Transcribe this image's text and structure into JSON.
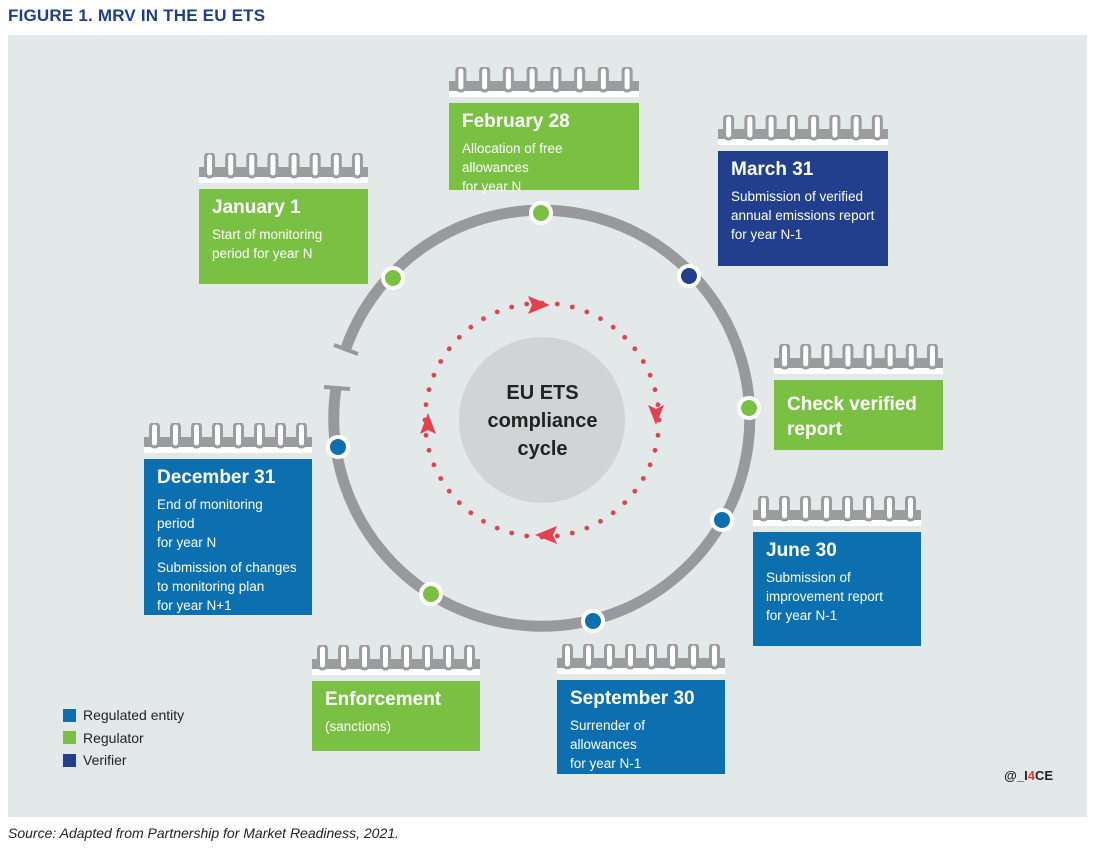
{
  "figure_title": "FIGURE 1. MRV IN THE EU ETS",
  "center_label": "EU ETS\ncompliance\ncycle",
  "colors": {
    "regulated_entity": "#0b6fb0",
    "regulator": "#7ac143",
    "verifier": "#213f8c",
    "ring": "#97999b",
    "arrows": "#e2424f",
    "panel": "#e3e8e8",
    "title": "#1d3f8a"
  },
  "events": [
    {
      "id": "jan1",
      "date": "January 1",
      "desc": "Start of monitoring\nperiod for year N",
      "actor": "regulator"
    },
    {
      "id": "feb28",
      "date": "February 28",
      "desc": "Allocation of free allowances\nfor year N",
      "actor": "regulator"
    },
    {
      "id": "mar31",
      "date": "March 31",
      "desc": "Submission of verified\nannual emissions report\nfor year N-1",
      "actor": "verifier"
    },
    {
      "id": "check",
      "date": "Check verified\nreport",
      "desc": "",
      "actor": "regulator"
    },
    {
      "id": "jun30",
      "date": "June 30",
      "desc": "Submission of\nimprovement report\nfor year N-1",
      "actor": "regulated_entity"
    },
    {
      "id": "sep30",
      "date": "September 30",
      "desc": "Surrender of allowances\nfor year N-1",
      "actor": "regulated_entity"
    },
    {
      "id": "enforcement",
      "date": "Enforcement",
      "desc": "(sanctions)",
      "actor": "regulator"
    },
    {
      "id": "dec31",
      "date": "December 31",
      "desc": "End of monitoring period\nfor year N",
      "desc2": "Submission of changes\nto monitoring plan\nfor year N+1",
      "actor": "regulated_entity"
    }
  ],
  "legend": [
    {
      "label": "Regulated entity",
      "color": "#0b6fb0"
    },
    {
      "label": "Regulator",
      "color": "#7ac143"
    },
    {
      "label": "Verifier",
      "color": "#213f8c"
    }
  ],
  "credit_prefix": "@_I",
  "credit_highlight": "4",
  "credit_suffix": "CE",
  "source": "Source: Adapted from Partnership for Market Readiness, 2021."
}
